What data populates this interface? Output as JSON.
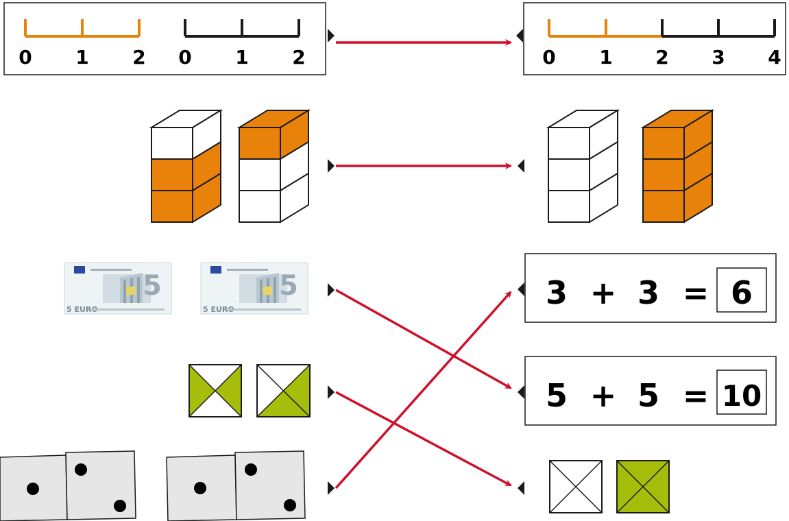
{
  "colors": {
    "orange": "#e8820a",
    "green": "#a7bd0b",
    "red_arrow": "#d0102a",
    "black": "#1a1a1a",
    "die_face": "#e6e6e6"
  },
  "rows": [
    {
      "id": "number-line",
      "left": {
        "segment_a_ticks": [
          "0",
          "1",
          "2"
        ],
        "segment_b_ticks": [
          "0",
          "1",
          "2"
        ]
      },
      "right": {
        "ticks": [
          "0",
          "1",
          "2",
          "3",
          "4"
        ],
        "orange_until": "2"
      }
    },
    {
      "id": "cube-stacks",
      "left": {
        "stack_1_orange": 2,
        "stack_2_orange": 1,
        "height": 3
      },
      "right": {
        "stack_1_orange": 0,
        "stack_2_orange": 3,
        "height": 3
      }
    },
    {
      "id": "banknotes",
      "left": {
        "note_value": "5",
        "note_caption": "5 EURO",
        "count": 2
      }
    },
    {
      "id": "triangle-squares",
      "left": {
        "count": 2
      },
      "right": {
        "count": 2
      }
    },
    {
      "id": "dominoes",
      "left": {
        "domino_1": [
          1,
          2
        ],
        "domino_2": [
          1,
          2
        ]
      }
    }
  ],
  "equations": [
    {
      "a": "3",
      "op": "+",
      "b": "3",
      "eq": "=",
      "result": "6"
    },
    {
      "a": "5",
      "op": "+",
      "b": "5",
      "eq": "=",
      "result": "10"
    }
  ],
  "connections": [
    {
      "from": "number-line-left",
      "to": "number-line-right"
    },
    {
      "from": "cube-stacks-left",
      "to": "cube-stacks-right"
    },
    {
      "from": "banknotes",
      "to": "equation-5-plus-5"
    },
    {
      "from": "triangle-squares-left",
      "to": "triangle-squares-right"
    },
    {
      "from": "dominoes",
      "to": "equation-3-plus-3"
    }
  ]
}
